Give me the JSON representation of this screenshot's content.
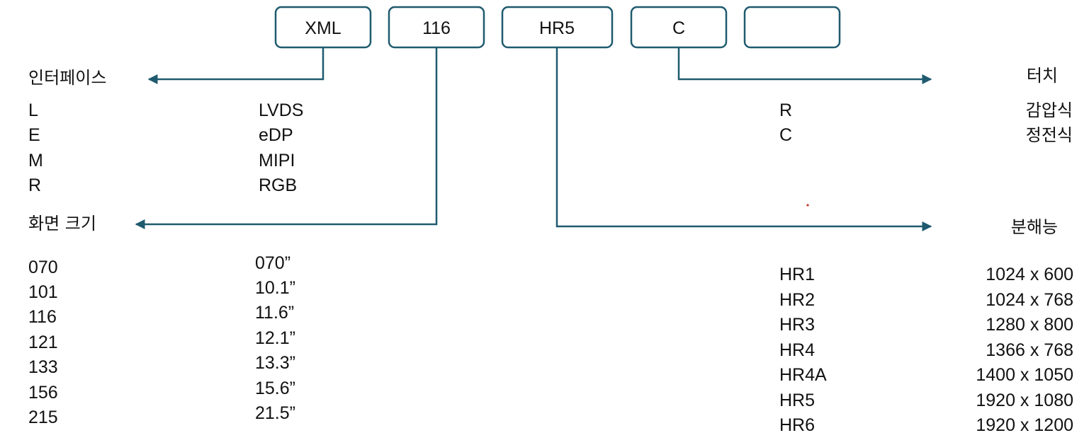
{
  "colors": {
    "accent": "#1f5a6e",
    "text": "#111111",
    "dot": "#c0392b"
  },
  "code_boxes": [
    {
      "label": "XML"
    },
    {
      "label": "116"
    },
    {
      "label": "HR5"
    },
    {
      "label": "C"
    },
    {
      "label": ""
    }
  ],
  "interface": {
    "heading": "인터페이스",
    "rows": [
      {
        "code": "L",
        "desc": "LVDS"
      },
      {
        "code": "E",
        "desc": "eDP"
      },
      {
        "code": "M",
        "desc": "MIPI"
      },
      {
        "code": "R",
        "desc": "RGB"
      }
    ]
  },
  "screen_size": {
    "heading": "화면 크기",
    "rows": [
      {
        "code": "070",
        "desc": "070”"
      },
      {
        "code": "101",
        "desc": "10.1”"
      },
      {
        "code": "116",
        "desc": "11.6”"
      },
      {
        "code": "121",
        "desc": "12.1”"
      },
      {
        "code": "133",
        "desc": "13.3”"
      },
      {
        "code": "156",
        "desc": "15.6”"
      },
      {
        "code": "215",
        "desc": "21.5”"
      }
    ]
  },
  "touch": {
    "heading": "터치",
    "rows": [
      {
        "code": "R",
        "desc": "감압식"
      },
      {
        "code": "C",
        "desc": "정전식"
      }
    ]
  },
  "resolution": {
    "heading": "분해능",
    "rows": [
      {
        "code": "HR1",
        "desc": "1024 x 600"
      },
      {
        "code": "HR2",
        "desc": "1024 x 768"
      },
      {
        "code": "HR3",
        "desc": "1280 x 800"
      },
      {
        "code": "HR4",
        "desc": "1366 x 768"
      },
      {
        "code": "HR4A",
        "desc": "1400 x 1050"
      },
      {
        "code": "HR5",
        "desc": "1920 x 1080"
      },
      {
        "code": "HR6",
        "desc": "1920 x 1200"
      }
    ]
  }
}
